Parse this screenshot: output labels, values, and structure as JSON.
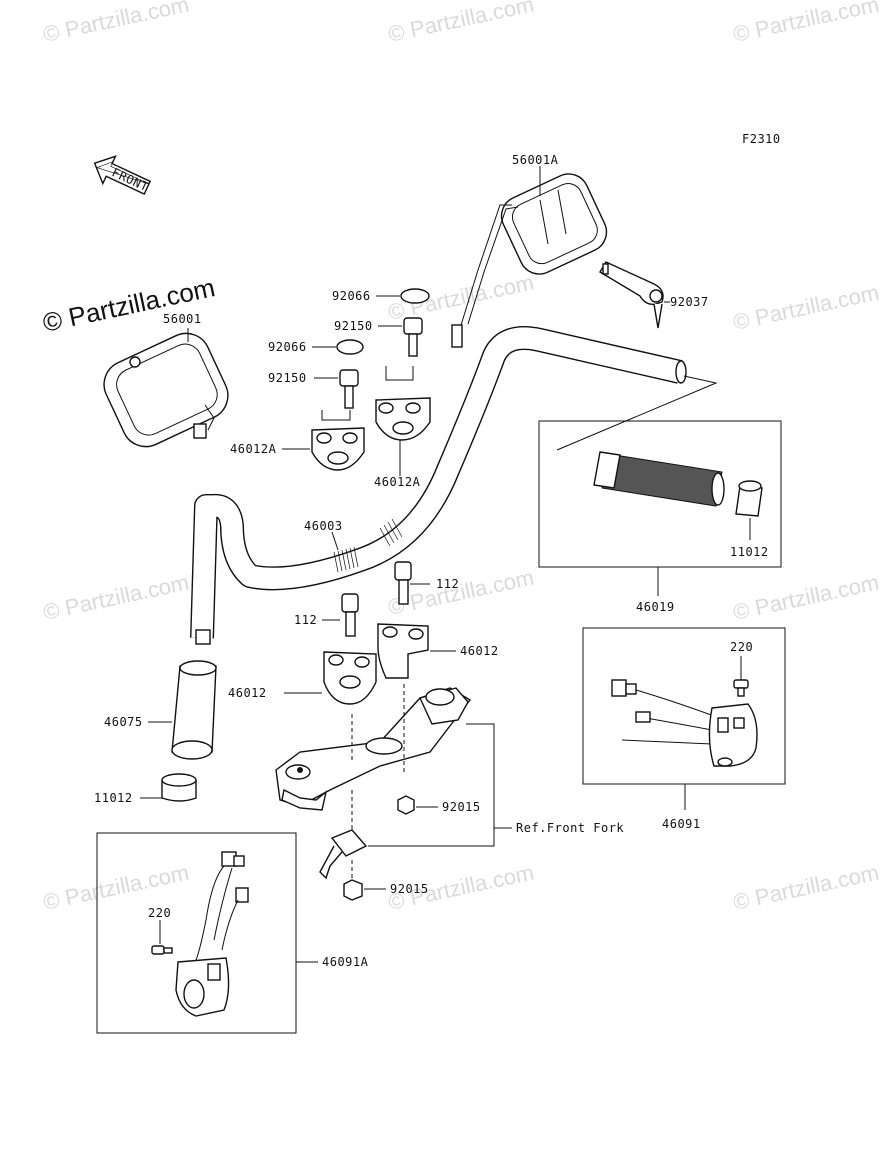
{
  "figure_code": "F2310",
  "front_label": "FRONT",
  "watermark": "© Partzilla.com",
  "brand_watermark": "© Partzilla.com",
  "parts": {
    "p56001A": "56001A",
    "p56001": "56001",
    "p92066a": "92066",
    "p92066b": "92066",
    "p92150a": "92150",
    "p92150b": "92150",
    "p92037": "92037",
    "p46012Aa": "46012A",
    "p46012Ab": "46012A",
    "p46003": "46003",
    "p11012a": "11012",
    "p46019": "46019",
    "p112a": "112",
    "p112b": "112",
    "p46012a": "46012",
    "p46012b": "46012",
    "p220a": "220",
    "p46075": "46075",
    "p92015a": "92015",
    "p11012b": "11012",
    "p46091": "46091",
    "ref_front_fork": "Ref.Front Fork",
    "p92015b": "92015",
    "p220b": "220",
    "p46091A": "46091A"
  }
}
